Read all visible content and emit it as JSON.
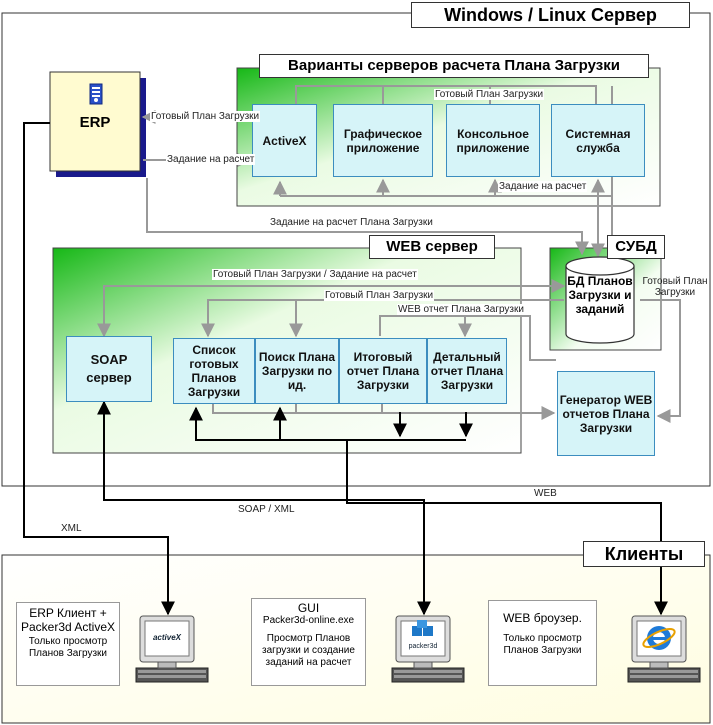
{
  "windows_server": {
    "title": "Windows / Linux Сервер"
  },
  "variants": {
    "title": "Варианты серверов расчета Плана Загрузки",
    "boxes": [
      "ActiveX",
      "Графическое приложение",
      "Консольное приложение",
      "Системная служба"
    ],
    "top_label": "Готовый План Загрузки",
    "bottom_label": "Задание на расчет"
  },
  "erp": {
    "label": "ERP"
  },
  "arrows": {
    "erp_ready": "Готовый План Загрузки",
    "erp_task": "Задание на расчет",
    "task_plan": "Задание на расчет Плана Загрузки",
    "ready_or_task": "Готовый План Загрузки / Задание на расчет",
    "ready_plan": "Готовый План Загрузки",
    "web_report": "WEB отчет Плана Загрузки",
    "ready_right": "Готовый План Загрузки"
  },
  "web_server": {
    "title": "WEB сервер",
    "soap": "SOAP сервер",
    "boxes": [
      "Список готовых Планов Загрузки",
      "Поиск Плана Загрузки по ид.",
      "Итоговый отчет Плана Загрузки",
      "Детальный отчет Плана Загрузки"
    ]
  },
  "dbms": {
    "title": "СУБД",
    "db": "БД Планов Загрузки и заданий"
  },
  "generator": {
    "label": "Генератор WEB отчетов Плана Загрузки"
  },
  "connections": {
    "xml": "XML",
    "soap_xml": "SOAP / XML",
    "web": "WEB"
  },
  "clients": {
    "title": "Клиенты",
    "erp_client": {
      "title": "ERP Клиент + Packer3d ActiveX",
      "desc": "Только просмотр Планов Загрузки",
      "icon_label": "activeX"
    },
    "gui_client": {
      "title": "GUI",
      "exe": "Packer3d-online.exe",
      "desc": "Просмотр Планов загрузки и создание заданий на расчет",
      "icon_label": "packer3d"
    },
    "web_client": {
      "title": "WEB броузер.",
      "desc": "Только просмотр Планов Загрузки"
    }
  },
  "colors": {
    "green": "#16b816",
    "box_fill": "#d6f4f8",
    "box_border": "#3c8dbf",
    "navy": "#1a1a8c",
    "gray_arrow": "#999999"
  }
}
